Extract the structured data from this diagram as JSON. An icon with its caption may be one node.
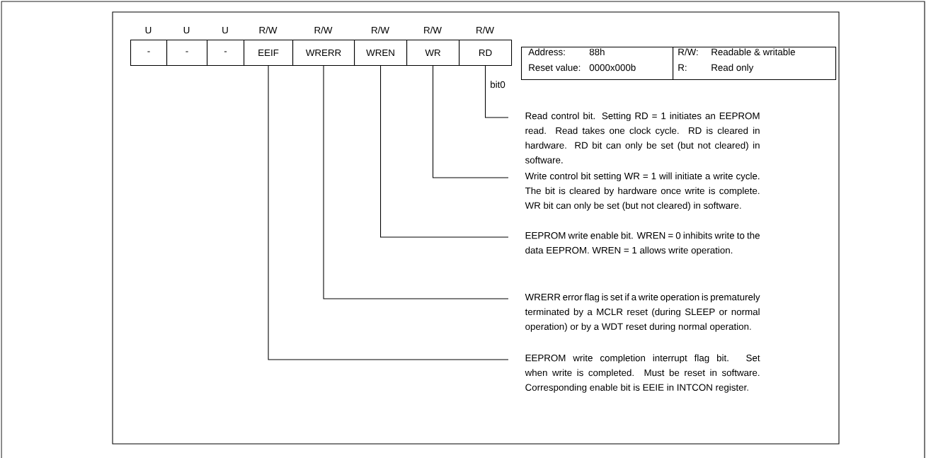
{
  "diagram": {
    "nodes": [
      {
        "text": [
          "-"
        ],
        "beside": [
          "U"
        ]
      },
      {
        "text": [
          "-"
        ],
        "beside": [
          "U"
        ]
      },
      {
        "text": [
          "-"
        ],
        "beside": [
          "U"
        ]
      },
      {
        "text": [
          "EEIF"
        ],
        "beside": [
          "R/W"
        ]
      },
      {
        "text": [
          "WRERR"
        ],
        "beside": [
          "R/W"
        ]
      },
      {
        "text": [
          "WREN"
        ],
        "beside": [
          "R/W"
        ]
      },
      {
        "text": [
          "WR"
        ],
        "beside": [
          "R/W"
        ]
      },
      {
        "text": [
          "RD"
        ],
        "beside": [
          "R/W"
        ]
      },
      {
        "text": [
          "Address:",
          "88h",
          "Reset value:",
          "0000x000b"
        ]
      },
      {
        "text": [
          "R/W:",
          "Readable & writable",
          "R:",
          "Read only"
        ]
      },
      {
        "text": [
          "Read control bit. Setting RD = 1 initiates an EEPROM read. Read takes one clock cycle. RD is cleared in hardware. RD bit can only be set (but not cleared) in software."
        ]
      },
      {
        "text": [
          "Write control bit setting WR = 1 will initiate a write cycle. The bit is cleared by hardware once write is complete. WR bit can only be set (but not cleared) in software."
        ]
      },
      {
        "text": [
          "EEPROM write enable bit. WREN = 0 inhibits write to the data EEPROM. WREN = 1 allows write operation."
        ]
      },
      {
        "text": [
          "WRERR error flag is set if a write operation is prematurely terminated by a MCLR reset (during SLEEP or normal operation) or by a WDT reset during normal operation."
        ]
      },
      {
        "text": [
          "EEPROM write completion interrupt flag bit. Set when write is completed. Must be reset in software. Corresponding enable bit is EEIE in INTCON register."
        ]
      }
    ],
    "edges": [
      {
        "from": 7,
        "to": 10,
        "arrow": "none"
      },
      {
        "from": 6,
        "to": 11,
        "arrow": "none"
      },
      {
        "from": 5,
        "to": 12,
        "arrow": "none"
      },
      {
        "from": 4,
        "to": 13,
        "arrow": "none"
      },
      {
        "from": 3,
        "to": 14,
        "arrow": "none"
      }
    ],
    "labels": [
      "bit0"
    ]
  }
}
